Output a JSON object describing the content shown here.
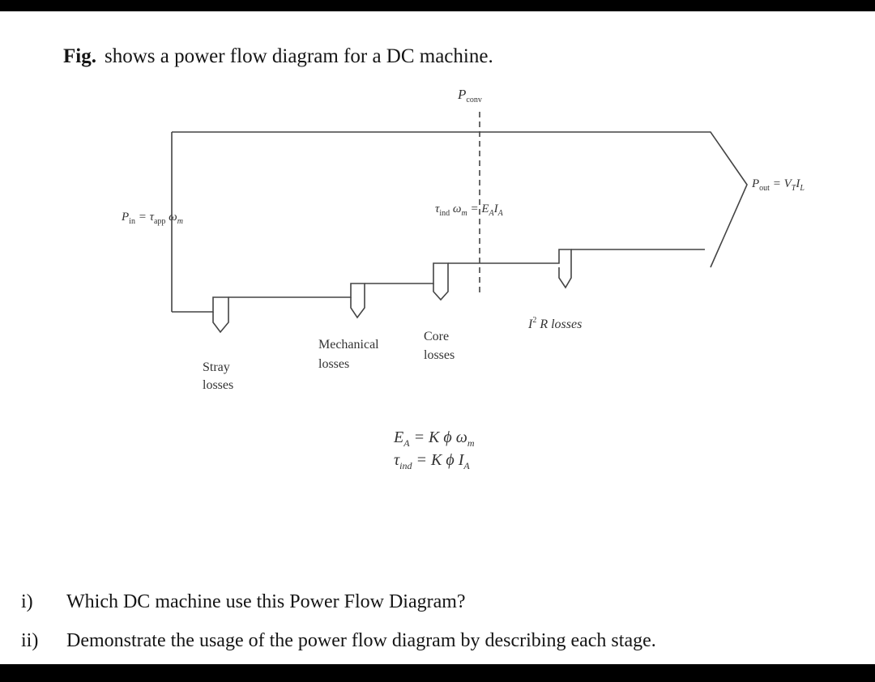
{
  "heading": {
    "fig_label": "Fig.",
    "text": "shows a power flow diagram for a DC machine."
  },
  "diagram": {
    "p_conv": "P",
    "p_conv_sub": "conv",
    "p_in": "P",
    "p_in_sub": "in",
    "p_in_eq": " = τ",
    "p_in_eq_sub": "app",
    "p_in_omega": " ω",
    "p_in_omega_sub": "m",
    "tind_lhs": "τ",
    "tind_lhs_sub": "ind",
    "tind_omega": " ω",
    "tind_omega_sub": "m",
    "tind_rhs": " = E",
    "tind_rhs_sub": "A",
    "tind_rhs_I": "I",
    "tind_rhs_I_sub": "A",
    "p_out": "P",
    "p_out_sub": "out",
    "p_out_eq": " = V",
    "p_out_eq_sub": "T",
    "p_out_I": "I",
    "p_out_I_sub": "L",
    "i2r_I": "I",
    "i2r_sup": "2",
    "i2r_rest": " R losses",
    "stray_1": "Stray",
    "stray_2": "losses",
    "mech_1": "Mechanical",
    "mech_2": "losses",
    "core_1": "Core",
    "core_2": "losses"
  },
  "equations": {
    "eq1_lhs": "E",
    "eq1_lhs_sub": "A",
    "eq1_rhs": " = K ϕ ω",
    "eq1_rhs_sub": "m",
    "eq2_lhs": "τ",
    "eq2_lhs_sub": "ind",
    "eq2_rhs": " = K ϕ I",
    "eq2_rhs_sub": "A"
  },
  "questions": [
    {
      "num": "i)",
      "text": "Which DC machine use this Power Flow Diagram?"
    },
    {
      "num": "ii)",
      "text": "Demonstrate the usage of the power flow diagram by describing each stage."
    }
  ]
}
